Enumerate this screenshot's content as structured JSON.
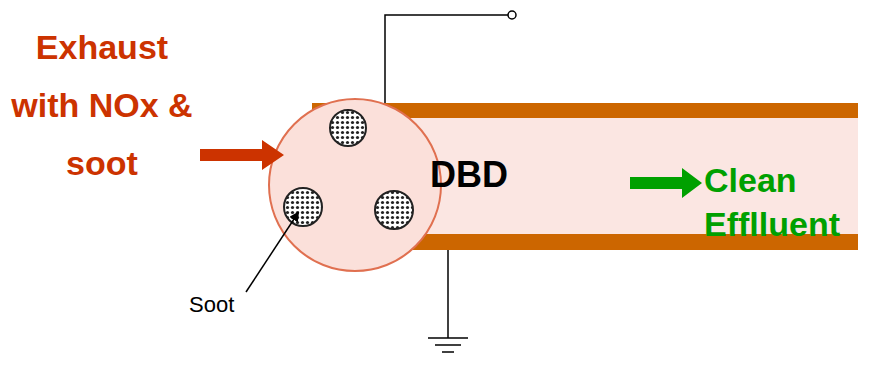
{
  "diagram": {
    "nodes": [
      {
        "text": [
          "DBD"
        ]
      }
    ],
    "labels": [
      "Exhaust with NOx & soot",
      "Clean Efflluent",
      "Soot"
    ]
  }
}
